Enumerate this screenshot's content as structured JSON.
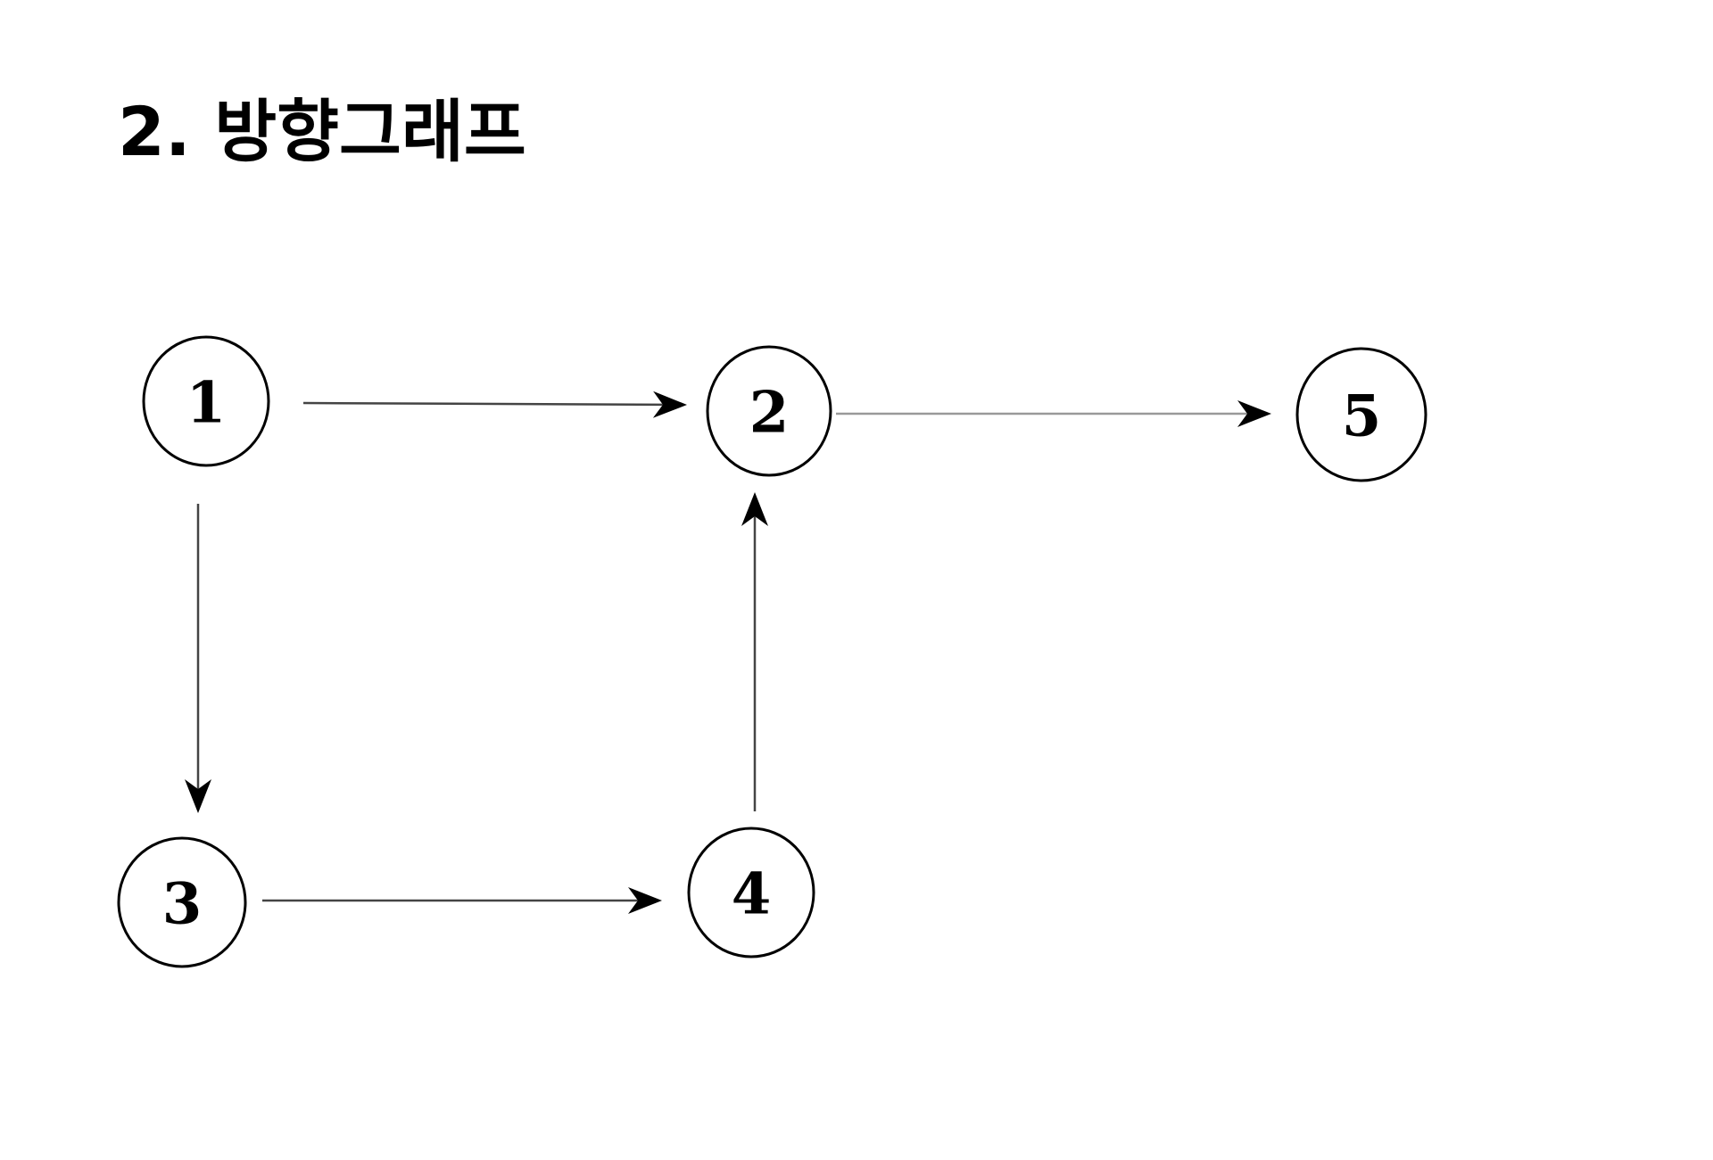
{
  "title": "2. 방향그래프",
  "graph": {
    "type": "directed",
    "nodes": [
      {
        "id": "1",
        "label": "1"
      },
      {
        "id": "2",
        "label": "2"
      },
      {
        "id": "3",
        "label": "3"
      },
      {
        "id": "4",
        "label": "4"
      },
      {
        "id": "5",
        "label": "5"
      }
    ],
    "edges": [
      {
        "from": "1",
        "to": "2"
      },
      {
        "from": "2",
        "to": "5"
      },
      {
        "from": "1",
        "to": "3"
      },
      {
        "from": "3",
        "to": "4"
      },
      {
        "from": "4",
        "to": "2"
      }
    ]
  },
  "colors": {
    "stroke": "#000000",
    "edge": "#444444",
    "edge_light": "#999999",
    "background": "#ffffff"
  }
}
